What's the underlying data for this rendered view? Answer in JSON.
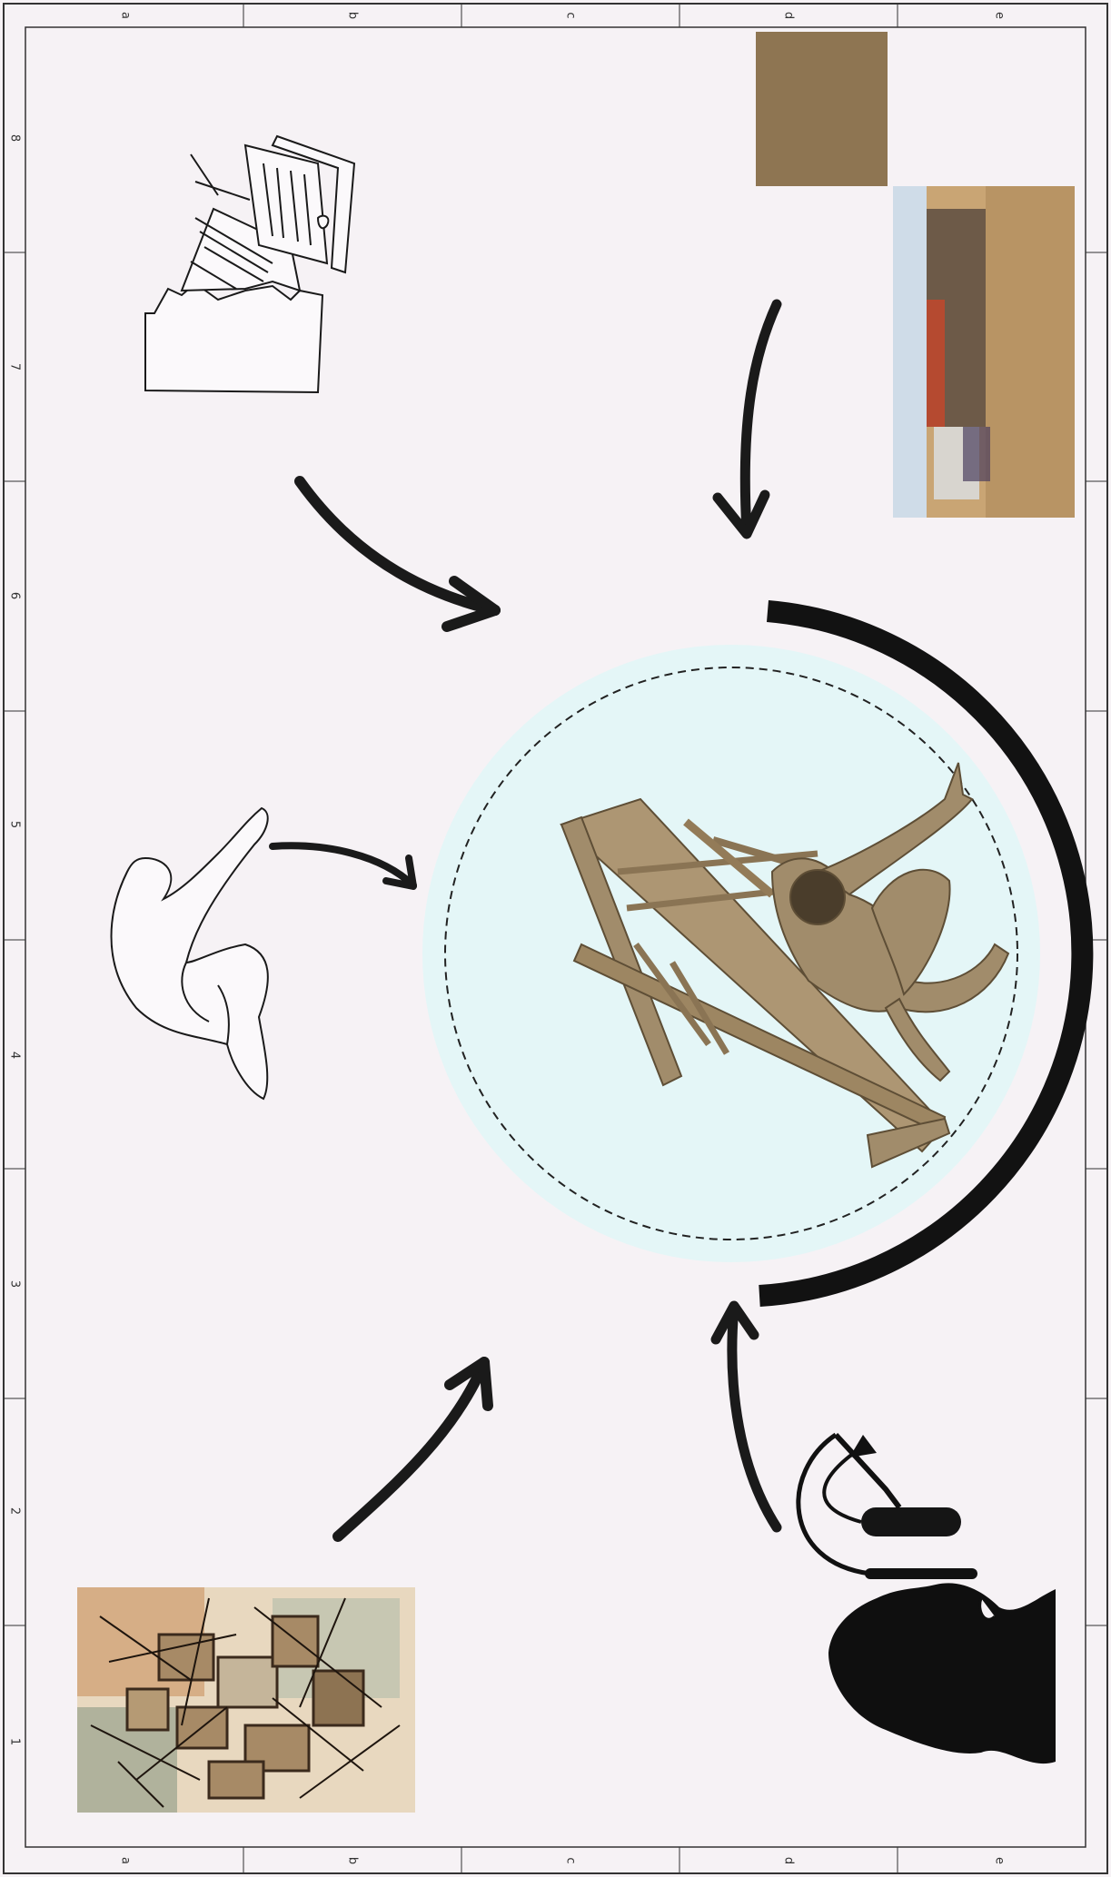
{
  "frame": {
    "columns": [
      "a",
      "b",
      "c",
      "d",
      "e"
    ],
    "rows": [
      "1",
      "2",
      "3",
      "4",
      "5",
      "6",
      "7",
      "8"
    ]
  },
  "colors": {
    "paper": "#f6f2f5",
    "circle_fill": "#e4f6f7",
    "arc": "#121212",
    "figure": "#a18c6b",
    "swatch": "#8e7552"
  },
  "elements": {
    "central_figure": "person-tangled-in-chairs",
    "top_left": "tumbling-frames-sketch",
    "left_middle": "crouching-figure-sketch",
    "bottom_left": "pile-of-chairs-painting",
    "top_right_photo": "barn-in-field-photo",
    "top_right_swatch": "tan-color-swatch",
    "bottom_right": "silhouette-with-microphone"
  }
}
